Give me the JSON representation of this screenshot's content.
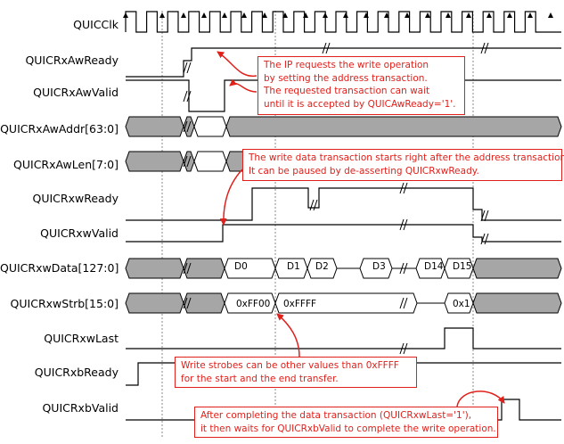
{
  "signals": [
    {
      "id": "clk",
      "label": "QUICClk"
    },
    {
      "id": "awready",
      "label": "QUICRxAwReady"
    },
    {
      "id": "awvalid",
      "label": "QUICRxAwValid"
    },
    {
      "id": "awaddr",
      "label": "QUICRxAwAddr[63:0]"
    },
    {
      "id": "awlen",
      "label": "QUICRxAwLen[7:0]"
    },
    {
      "id": "wready",
      "label": "QUICRxwReady"
    },
    {
      "id": "wvalid",
      "label": "QUICRxwValid"
    },
    {
      "id": "wdata",
      "label": "QUICRxwData[127:0]"
    },
    {
      "id": "wstrb",
      "label": "QUICRxwStrb[15:0]"
    },
    {
      "id": "wlast",
      "label": "QUICRxwLast"
    },
    {
      "id": "bready",
      "label": "QUICRxbReady"
    },
    {
      "id": "bvalid",
      "label": "QUICRxbValid"
    }
  ],
  "bus_values": {
    "wdata": [
      "D0",
      "D1",
      "D2",
      "D3",
      "D14",
      "D15"
    ],
    "wstrb": [
      "0xFF00",
      "0xFFFF",
      "0x1"
    ]
  },
  "notes": [
    {
      "id": "address",
      "lines": [
        "The IP requests the write operation",
        "by setting the address transaction.",
        "The requested transaction can wait",
        "until it is accepted by QUICAwReady='1'."
      ]
    },
    {
      "id": "data",
      "lines": [
        "The write data transaction starts right after the address transaction.",
        "It can be paused by de-asserting QUICRxwReady."
      ]
    },
    {
      "id": "strobe",
      "lines": [
        "Write strobes can be other values than 0xFFFF",
        "for the start and the end transfer."
      ]
    },
    {
      "id": "response",
      "lines": [
        "After completing the data transaction (QUICRxwLast='1'),",
        "it then waits for QUICRxbValid to complete the write operation."
      ]
    }
  ],
  "colors": {
    "annotation": "#e0201b",
    "bus_fill": "#a6a6a6",
    "line": "#000000"
  }
}
